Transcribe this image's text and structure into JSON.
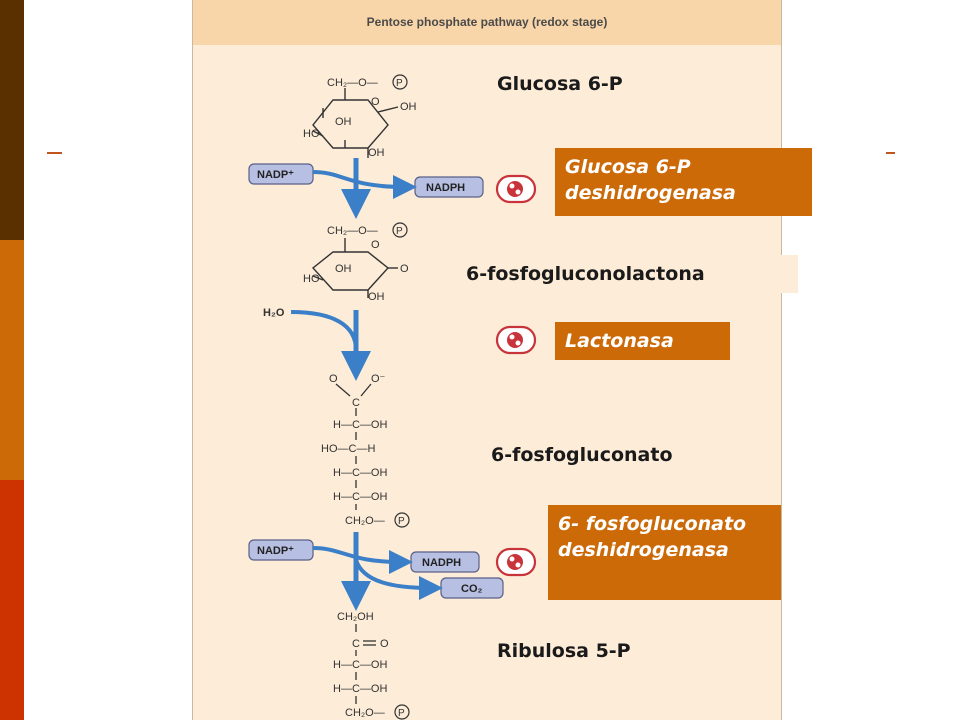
{
  "figure": {
    "title": "Pentose phosphate pathway (redox stage)"
  },
  "labels": {
    "glucose6p": "Glucosa 6-P",
    "enzyme1": "Glucosa 6-P deshidrogenasa",
    "lactone": "6-fosfogluconolactona",
    "enzyme2": "Lactonasa",
    "gluconate": "6-fosfogluconato",
    "enzyme3": "6- fosfogluconato deshidrogenasa",
    "ribulose": "Ribulosa 5-P"
  },
  "cofactors": {
    "nadp1": "NADP⁺",
    "nadph1": "NADPH",
    "water": "H₂O",
    "nadp2": "NADP⁺",
    "nadph2": "NADPH",
    "co2": "CO₂"
  },
  "molecules": {
    "g6p": {
      "top": "CH₂—O—",
      "p": "P",
      "o": "O",
      "oh1": "OH",
      "oh2": "OH",
      "ho": "HO",
      "oh3": "OH"
    },
    "lactone": {
      "top": "CH₂—O—",
      "p": "P",
      "o": "O",
      "oh1": "OH",
      "ho": "HO",
      "oh2": "OH"
    },
    "gluconate": {
      "o1": "O",
      "o2": "O⁻",
      "c": "C",
      "rows": [
        "H—C—OH",
        "HO—C—H",
        "H—C—OH",
        "H—C—OH"
      ],
      "bottom": "CH₂O—",
      "p": "P"
    },
    "ribulose": {
      "top": "CH₂OH",
      "c": "C",
      "o": "O",
      "rows": [
        "H—C—OH",
        "H—C—OH"
      ],
      "bottom": "CH₂O—",
      "p": "P"
    }
  },
  "colors": {
    "band_top": "#5a3000",
    "band_mid": "#cc6a08",
    "band_bottom": "#cc3300",
    "enzyme_box": "#cc6a08",
    "figure_bg": "#fcecd8",
    "arrow": "#3b7fc8",
    "cofactor_box": "#b7bfe3",
    "enzyme_icon": "#c8343a"
  }
}
